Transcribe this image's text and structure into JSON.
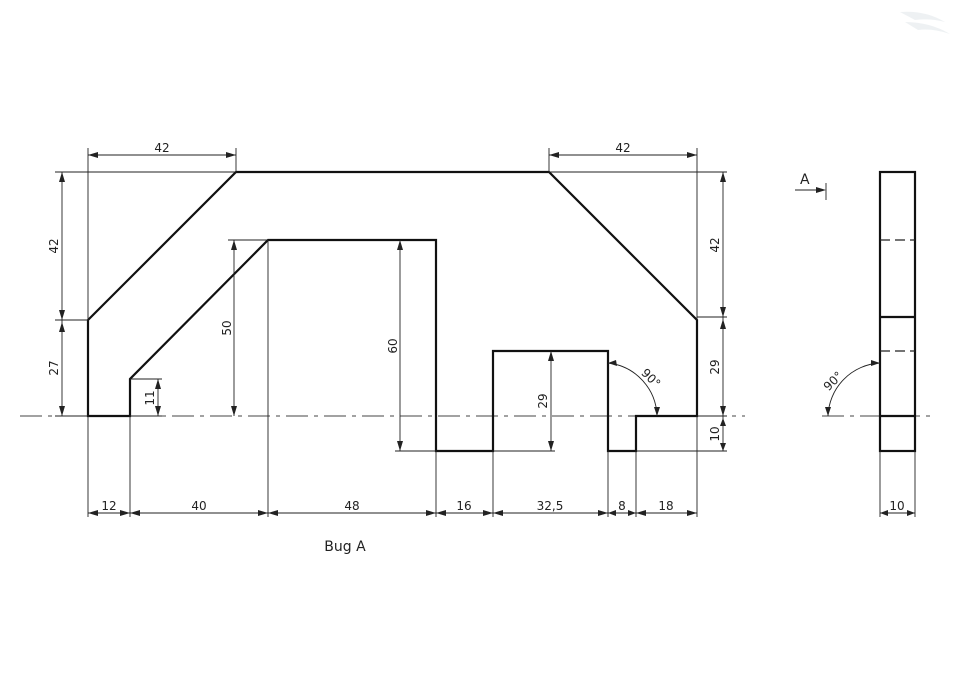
{
  "title": "Bug A",
  "view_marker": "A",
  "dimensions": {
    "top_left_width": "42",
    "top_right_width": "42",
    "left_upper_height": "42",
    "left_lower_height": "27",
    "step_left": "11",
    "inner_height_50": "50",
    "inner_height_60": "60",
    "slot_height": "29",
    "right_upper_height": "42",
    "right_mid_height": "29",
    "right_lower_height": "10",
    "angle_front": "90°",
    "angle_side": "90°",
    "bottom": [
      "12",
      "40",
      "48",
      "16",
      "32,5",
      "8",
      "18"
    ],
    "side_width": "10"
  }
}
